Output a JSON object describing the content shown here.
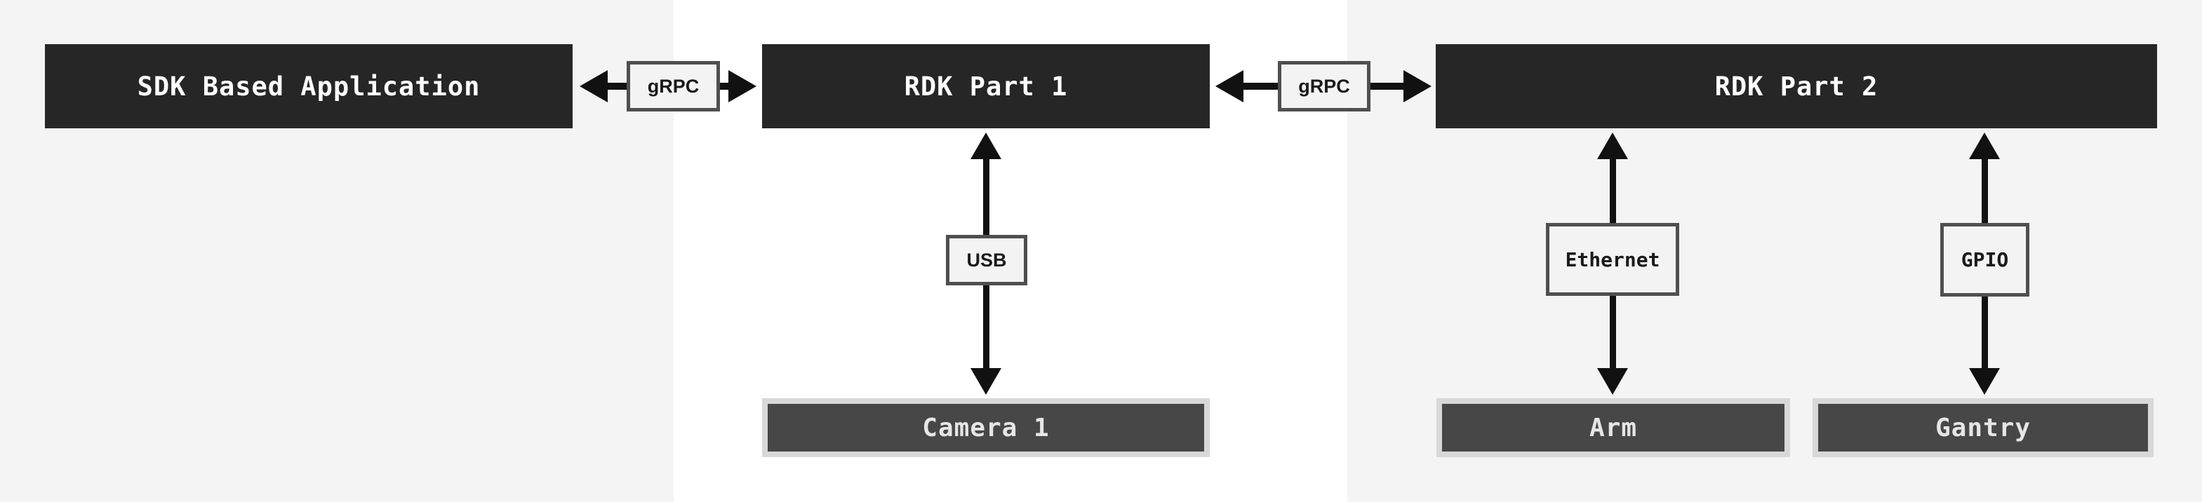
{
  "diagram": {
    "nodes": {
      "sdk_app": "SDK Based Application",
      "rdk_part_1": "RDK Part 1",
      "rdk_part_2": "RDK Part 2",
      "camera_1": "Camera 1",
      "arm": "Arm",
      "gantry": "Gantry"
    },
    "connectors": {
      "grpc_left": "gRPC",
      "grpc_right": "gRPC",
      "usb": "USB",
      "ethernet": "Ethernet",
      "gpio": "GPIO"
    },
    "colors": {
      "dark_box": "#262626",
      "dark_box_text": "#ffffff",
      "device_fill": "#474747",
      "device_border": "#d8d8d8",
      "device_text": "#e6e6e6",
      "label_fill": "#f3f3f3",
      "label_border": "#4f4f4f",
      "arrow": "#111111",
      "panel_gray": "#f4f4f4",
      "panel_white": "#ffffff"
    }
  }
}
